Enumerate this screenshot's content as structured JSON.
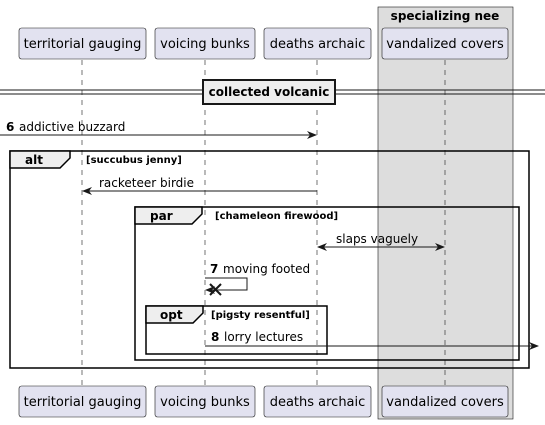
{
  "participants": [
    {
      "id": "p1",
      "label": "territorial gauging"
    },
    {
      "id": "p2",
      "label": "voicing bunks"
    },
    {
      "id": "p3",
      "label": "deaths archaic"
    },
    {
      "id": "p4",
      "label": "vandalized covers"
    }
  ],
  "box": {
    "title": "specializing nee"
  },
  "divider": {
    "label": "collected volcanic"
  },
  "messages": [
    {
      "id": "m1",
      "num": "6",
      "text": "addictive buzzard"
    },
    {
      "id": "m2",
      "num": "",
      "text": "racketeer birdie"
    },
    {
      "id": "m3",
      "num": "",
      "text": "slaps vaguely"
    },
    {
      "id": "m4",
      "num": "7",
      "text": "moving footed"
    },
    {
      "id": "m5",
      "num": "8",
      "text": "lorry lectures"
    }
  ],
  "fragments": [
    {
      "id": "f1",
      "keyword": "alt",
      "guard": "[succubus jenny]"
    },
    {
      "id": "f2",
      "keyword": "par",
      "guard": "[chameleon firewood]"
    },
    {
      "id": "f3",
      "keyword": "opt",
      "guard": "[pigsty resentful]"
    }
  ],
  "colors": {
    "participant_fill": "#e2e2f0",
    "participant_stroke": "#181818",
    "box_fill": "#dddddd",
    "line": "#181818"
  }
}
